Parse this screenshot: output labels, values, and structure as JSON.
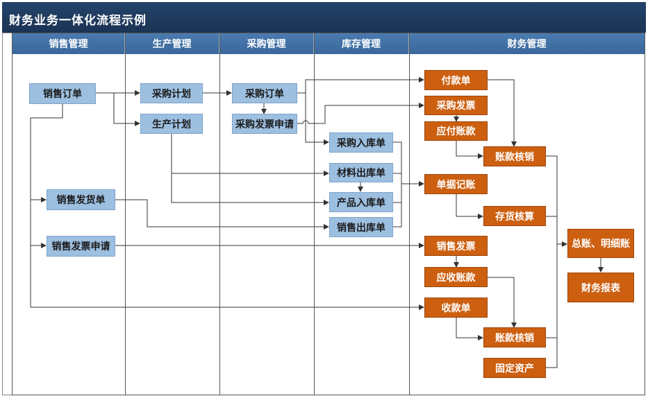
{
  "title": "财务业务一体化流程示例",
  "lanes": [
    {
      "label": "销售管理"
    },
    {
      "label": "生产管理"
    },
    {
      "label": "采购管理"
    },
    {
      "label": "库存管理"
    },
    {
      "label": "财务管理"
    }
  ],
  "nodes": {
    "sales_order": "销售订单",
    "purchase_plan": "采购计划",
    "production_plan": "生产计划",
    "purchase_order": "采购订单",
    "purchase_invoice_request": "采购发票申请",
    "purchase_receipt": "采购入库单",
    "material_issue": "材料出库单",
    "product_receipt": "产品入库单",
    "sales_issue": "销售出库单",
    "sales_delivery": "销售发货单",
    "sales_invoice_request": "销售发票申请",
    "payment_note": "付款单",
    "purchase_invoice": "采购发票",
    "payables": "应付账款",
    "reconcile_payables": "账款核销",
    "voucher": "单据记账",
    "inventory_costing": "存货核算",
    "sales_invoice": "销售发票",
    "receivables": "应收账款",
    "receipt_note": "收款单",
    "reconcile_receivables": "账款核销",
    "fixed_assets": "固定资产",
    "general_ledger": "总账、明细账",
    "financial_reports": "财务报表"
  },
  "colors": {
    "title_bar": "#1e3a5f",
    "lane_header": "#4272a8",
    "business_node": "#9dbfe0",
    "finance_node": "#cc5f10"
  }
}
